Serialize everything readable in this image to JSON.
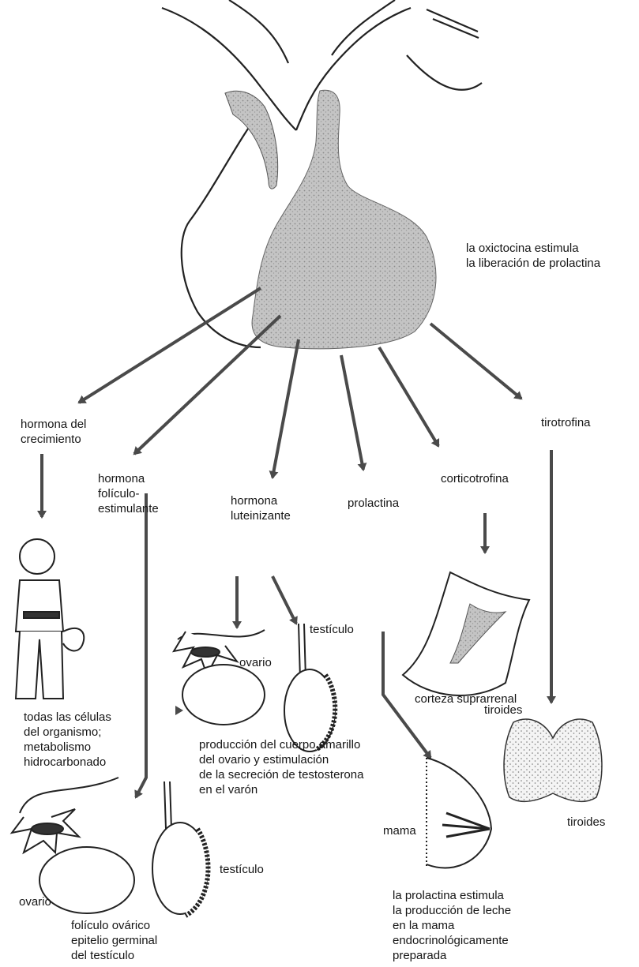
{
  "labels": {
    "oxytocin_note": "la oxictocina estimula\nla liberación de prolactina",
    "growth_hormone": "hormona del\ncrecimiento",
    "fsh": "hormona\nfolículo-\nestimulante",
    "lh": "hormona\nluteinizante",
    "prolactin": "prolactina",
    "acth": "corticotrofina",
    "tsh": "tirotrofina",
    "testis_lh": "testículo",
    "ovary_lh": "ovario",
    "adrenal_cortex": "corteza suprarrenal",
    "thyroid_upper": "tiroides",
    "thyroid_lower": "tiroides",
    "gh_effect": "todas las células\ndel organismo;\nmetabolismo\nhidrocarbonado",
    "lh_effect": "producción del cuerpo amarillo\ndel ovario y estimulación\nde la secreción de testosterona\nen el varón",
    "breast": "mama",
    "ovary_fsh": "ovario",
    "testis_fsh": "testículo",
    "fsh_effect": "folículo ovárico\nepitelio germinal\ndel testículo",
    "prolactin_effect": "la prolactina estimula\nla producción de leche\nen la mama\nendocrinológicamente\npreparada"
  },
  "colors": {
    "ink": "#222222",
    "gland": "#b9b9b9",
    "arrow": "#4a4a4a"
  }
}
